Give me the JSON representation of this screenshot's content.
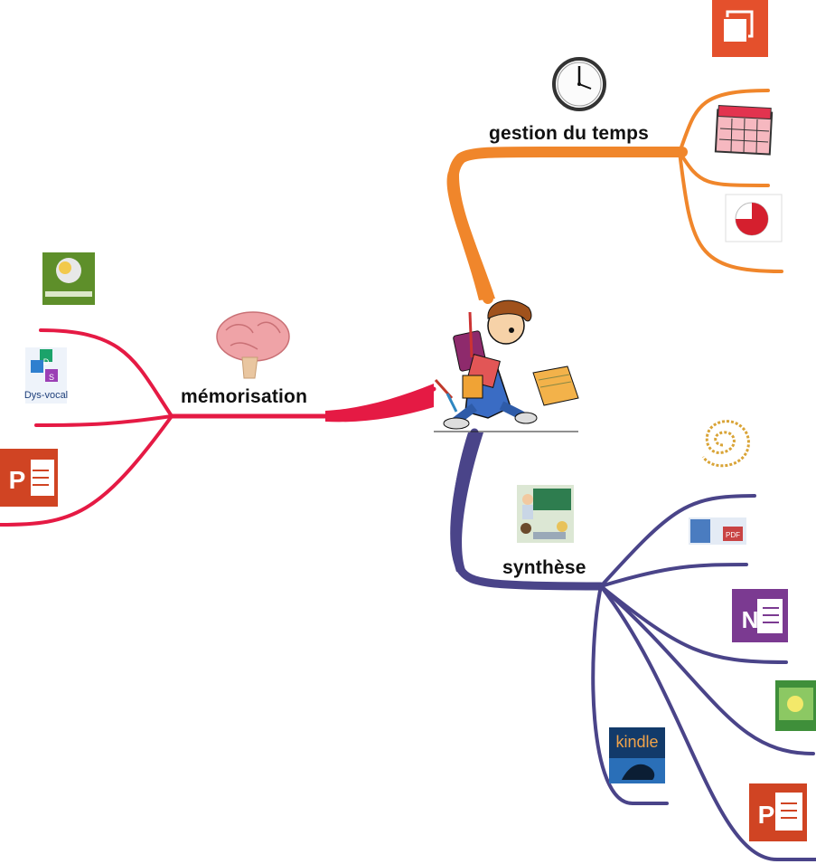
{
  "map": {
    "branches": {
      "time": {
        "label": "gestion du temps",
        "color": "#F0862B"
      },
      "memory": {
        "label": "mémorisation",
        "color": "#E51A44"
      },
      "synthesis": {
        "label": "synthèse",
        "color": "#4A4489"
      }
    },
    "app_labels": {
      "dys_vocal": "Dys-vocal",
      "kindle": "kindle",
      "powerpoint": "P"
    },
    "colors": {
      "office_red": "#E4502C",
      "onenote": "#7B3A91",
      "kindle_bg": "#123A6A",
      "line_black": "#222222"
    }
  }
}
